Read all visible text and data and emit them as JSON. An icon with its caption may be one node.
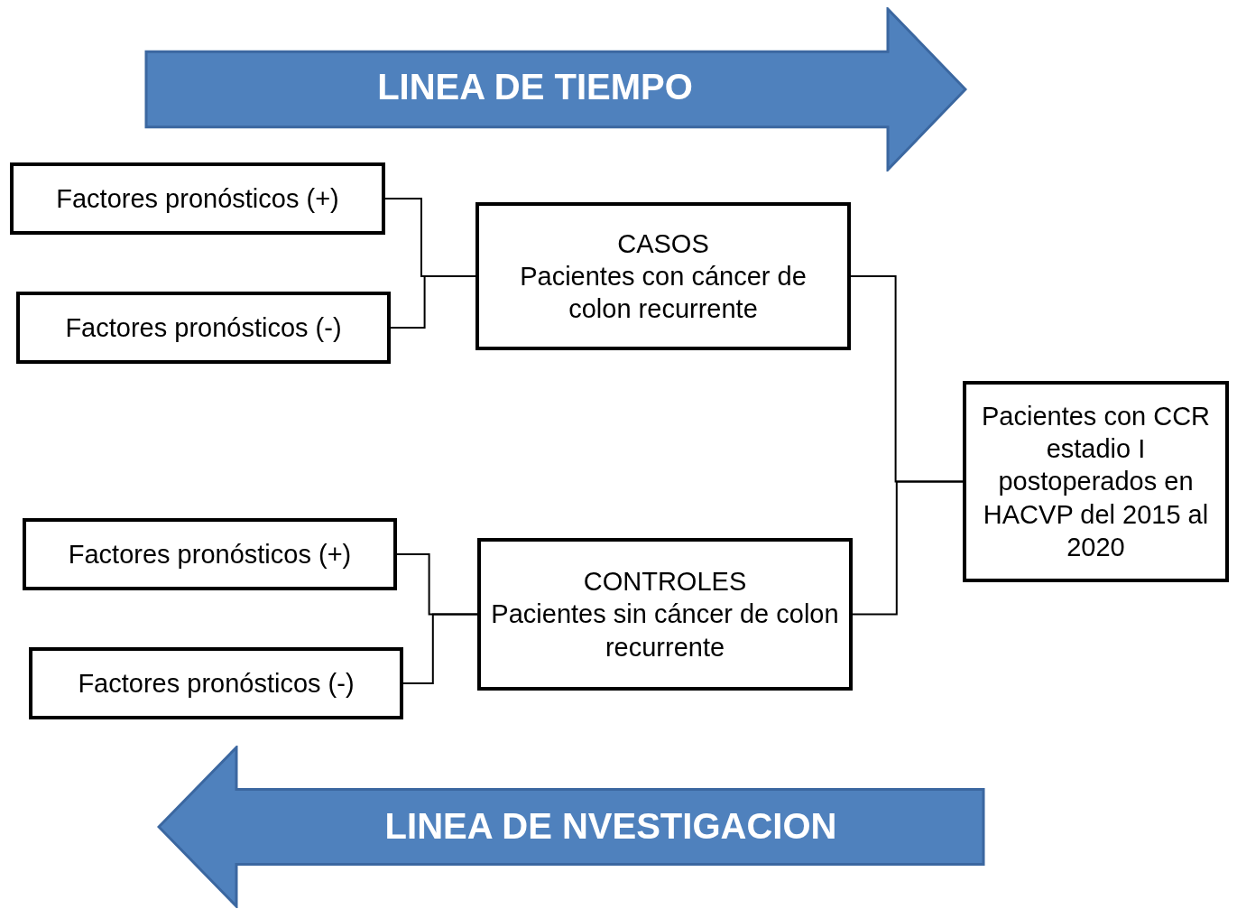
{
  "diagram": {
    "nodes": [
      {
        "text": [
          "LINEA DE TIEMPO"
        ]
      },
      {
        "text": [
          "Factores pronósticos (+)"
        ]
      },
      {
        "text": [
          "Factores pronósticos (-)"
        ]
      },
      {
        "text": [
          "CASOS",
          "Pacientes con cáncer de colon recurrente"
        ]
      },
      {
        "text": [
          "Factores pronósticos (+)"
        ]
      },
      {
        "text": [
          "Factores pronósticos (-)"
        ]
      },
      {
        "text": [
          "CONTROLES",
          "Pacientes sin cáncer de colon recurrente"
        ]
      },
      {
        "text": [
          "Pacientes con CCR estadio I postoperados en HACVP del 2015 al 2020"
        ]
      },
      {
        "text": [
          "LINEA DE NVESTIGACION"
        ]
      }
    ],
    "edges": [
      {
        "from": 1,
        "to": 3,
        "arrow": "none"
      },
      {
        "from": 2,
        "to": 3,
        "arrow": "none"
      },
      {
        "from": 4,
        "to": 6,
        "arrow": "none"
      },
      {
        "from": 5,
        "to": 6,
        "arrow": "none"
      },
      {
        "from": 3,
        "to": 7,
        "arrow": "none"
      },
      {
        "from": 6,
        "to": 7,
        "arrow": "none"
      }
    ]
  }
}
